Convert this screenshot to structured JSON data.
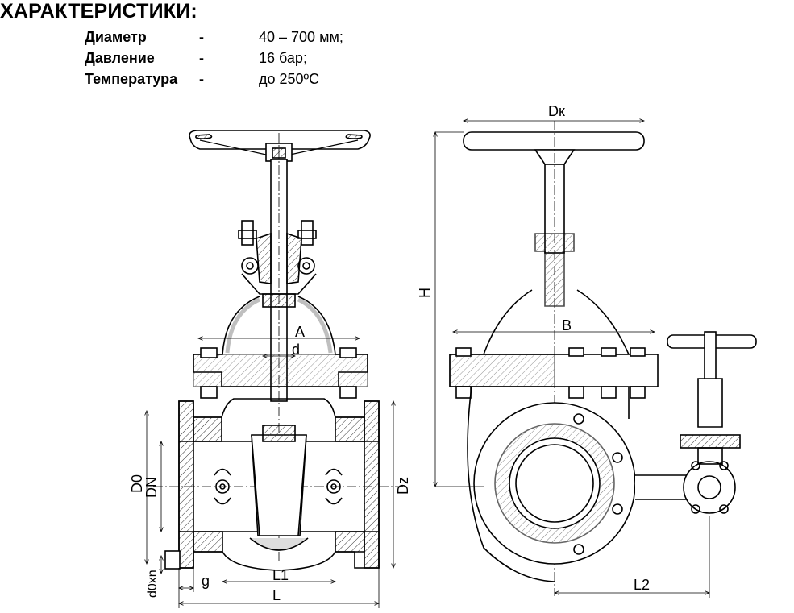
{
  "heading": "ХАРАКТЕРИСТИКИ:",
  "specs": [
    {
      "label": "Диаметр",
      "dash": "-",
      "value": "40 – 700 мм;"
    },
    {
      "label": "Давление",
      "dash": "-",
      "value": "16 бар;"
    },
    {
      "label": "Температура",
      "dash": "-",
      "value": "до 250ºС"
    }
  ],
  "dims": {
    "dk": "Dк",
    "h": "H",
    "a": "A",
    "b": "B",
    "d": "d",
    "d0": "D0",
    "dn": "DN",
    "dz": "Dz",
    "l1": "L1",
    "l": "L",
    "l2": "L2",
    "g": "g",
    "d0xn": "d0xn"
  },
  "colors": {
    "line": "#000000",
    "hatch": "#333333",
    "background": "#ffffff"
  }
}
